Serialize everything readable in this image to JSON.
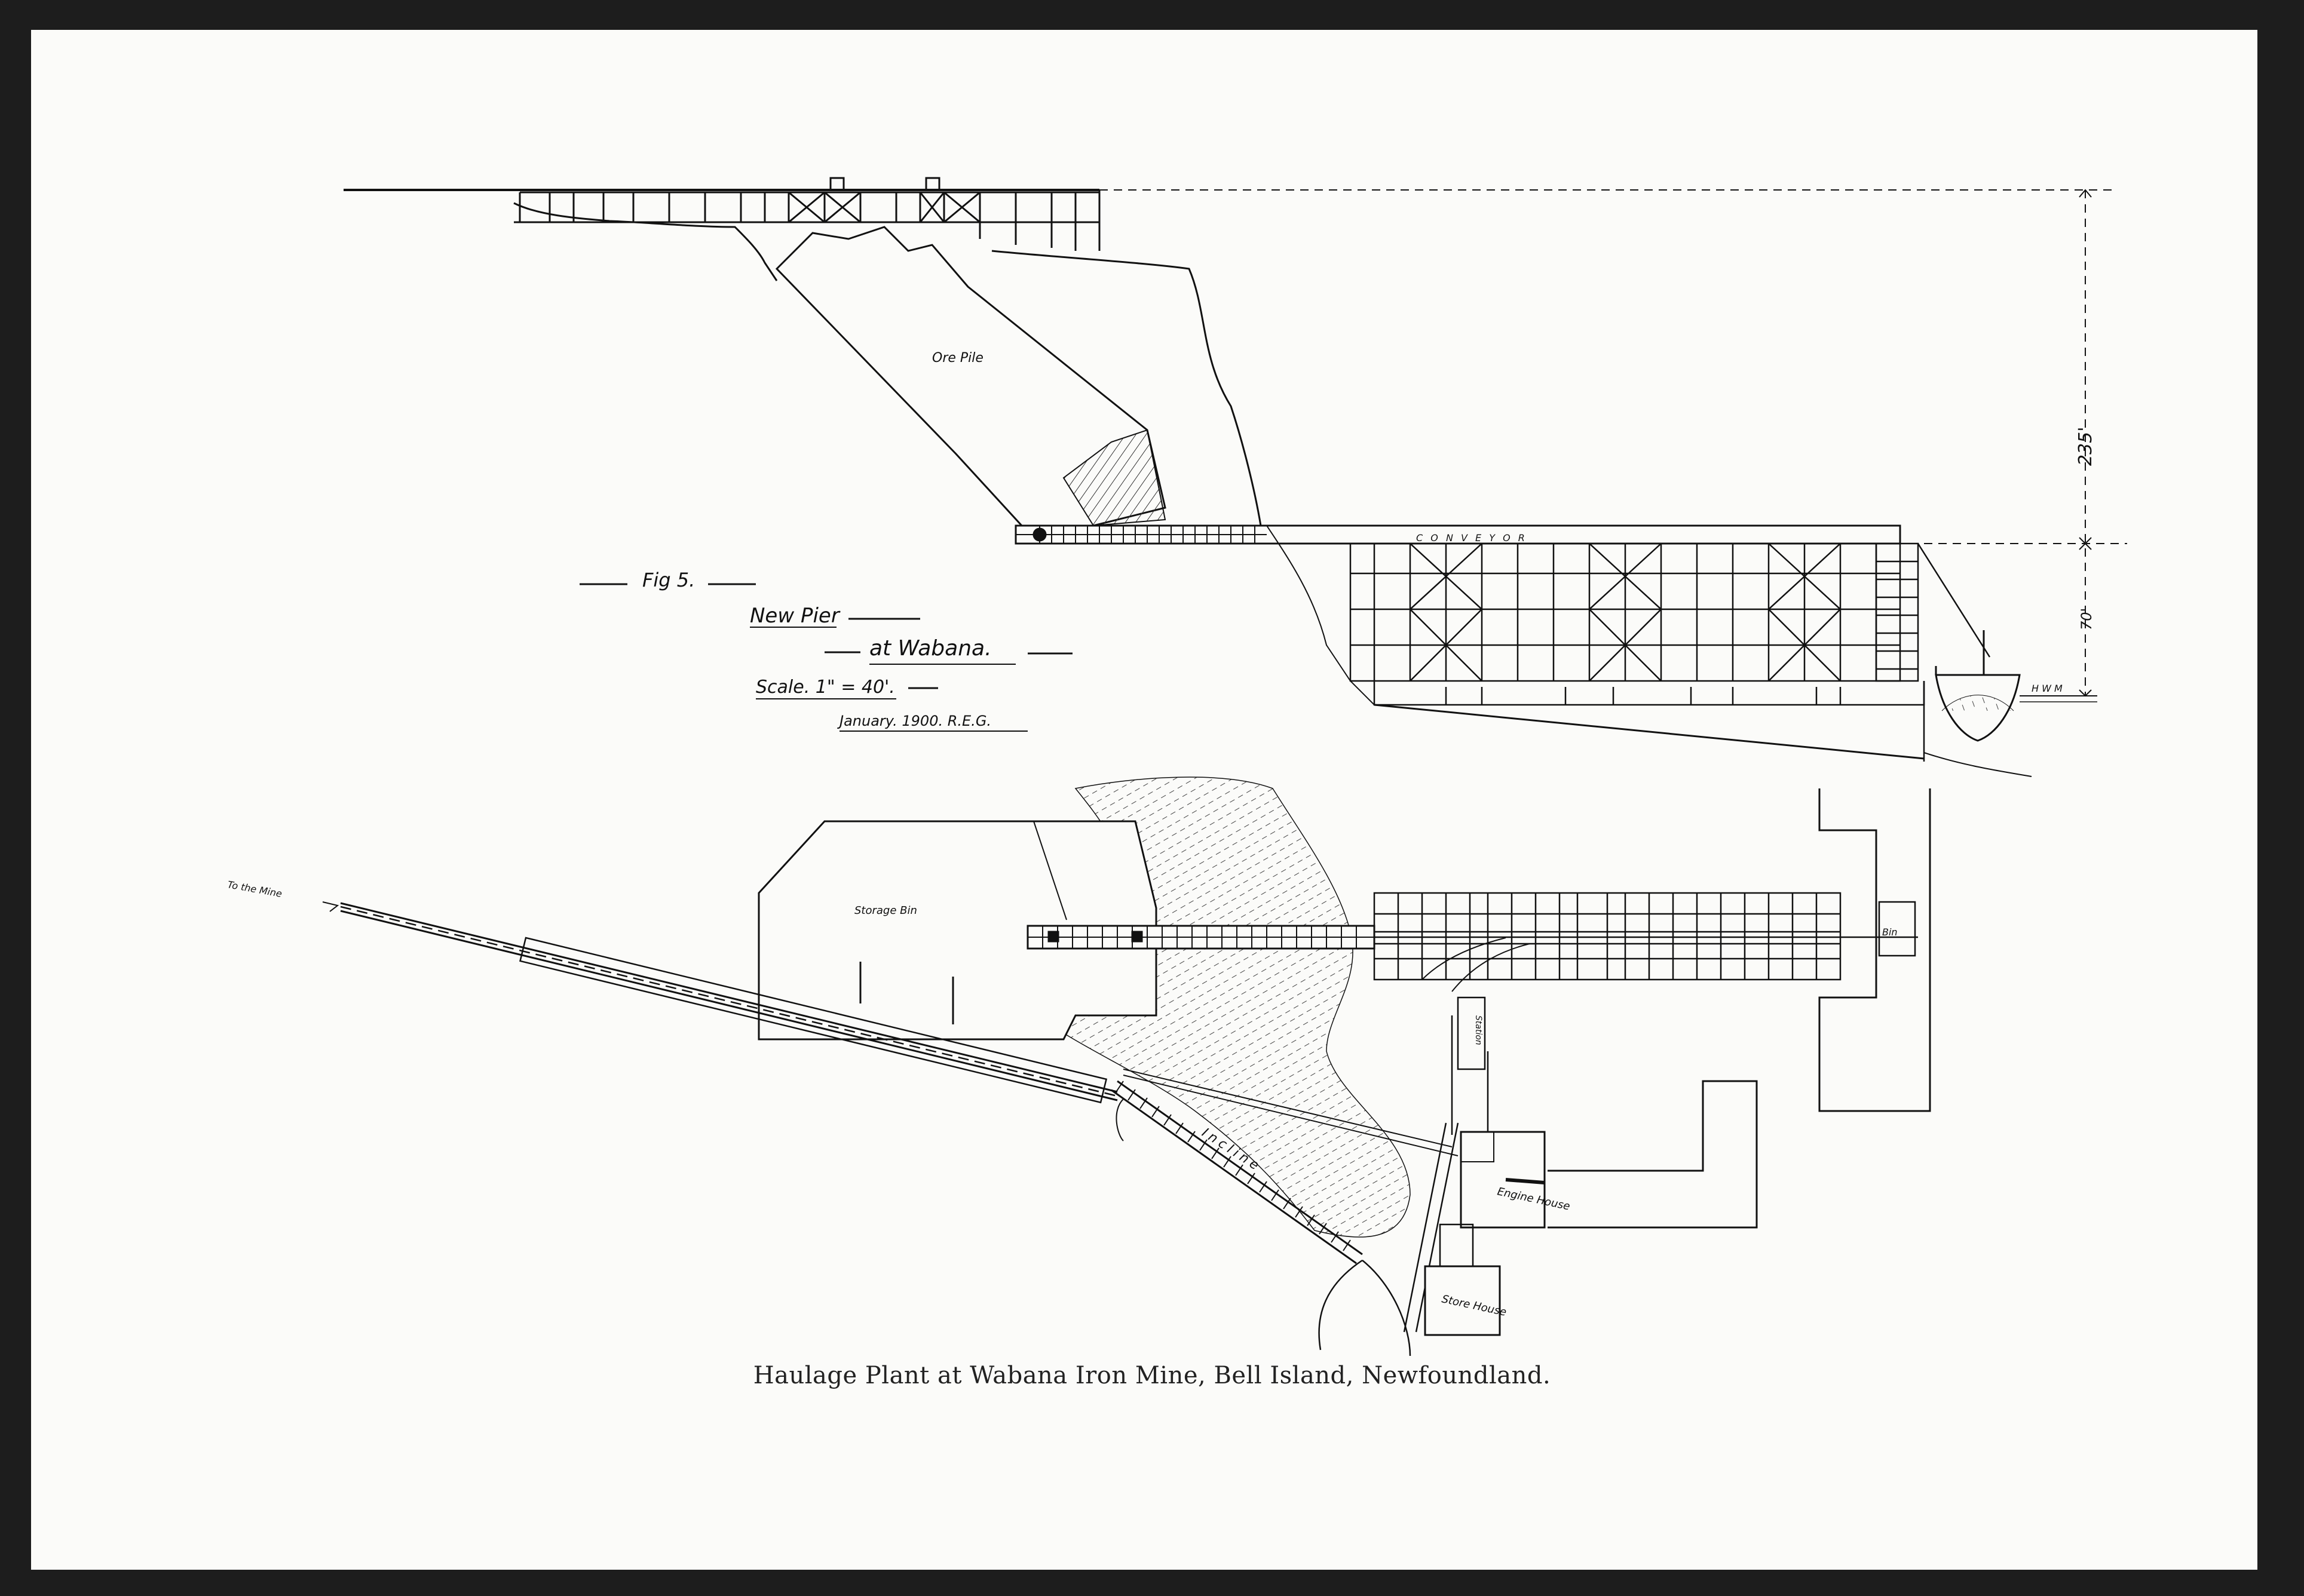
{
  "caption": "Haulage Plant at Wabana Iron Mine, Bell Island, Newfoundland.",
  "title_block": {
    "fig": "Fig 5.",
    "line1": "New Pier",
    "line2": "at Wabana.",
    "scale": "Scale. 1\" = 40'.",
    "date": "January. 1900. R.E.G."
  },
  "elevation_labels": {
    "ore_pile": "Ore Pile",
    "conveyor": "C O N V E Y O R",
    "height_total": "235'",
    "height_lower": "70'",
    "hwm": "H W M"
  },
  "plan_labels": {
    "to_the_mine": "To the Mine",
    "storage_bin": "Storage Bin",
    "incline": "Incline",
    "engine_house": "Engine House",
    "store_house": "Store House",
    "station": "Station",
    "bin": "Bin"
  }
}
